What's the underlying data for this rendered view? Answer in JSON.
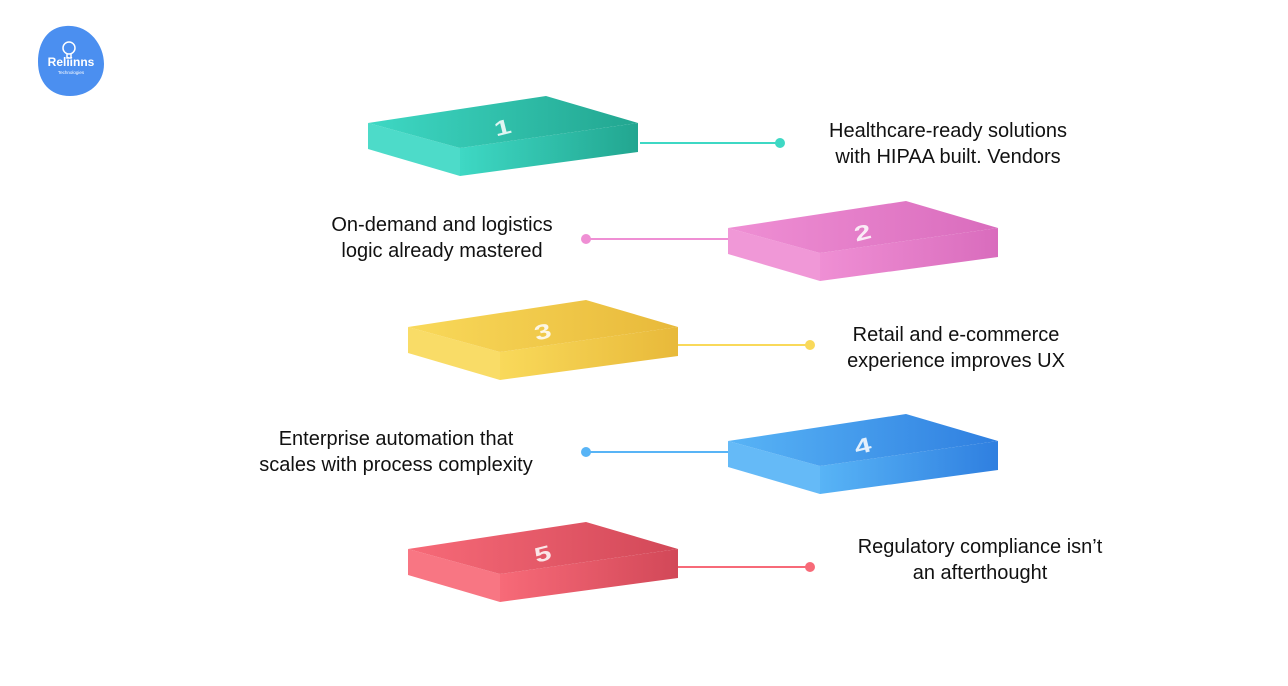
{
  "logo": {
    "brand": "Reliinns",
    "tagline": "Technologies",
    "color": "#4b8ff0"
  },
  "steps": [
    {
      "number": "1",
      "line1": "Healthcare-ready solutions",
      "line2": "with HIPAA built. Vendors",
      "color": "#3ed8c4",
      "dark": "#22a690",
      "side": "right"
    },
    {
      "number": "2",
      "line1": "On-demand and logistics",
      "line2": "logic already mastered",
      "color": "#ef8fd4",
      "dark": "#d96cbd",
      "side": "left"
    },
    {
      "number": "3",
      "line1": "Retail and e-commerce",
      "line2": "experience improves UX",
      "color": "#f9d95a",
      "dark": "#e8b93a",
      "side": "right"
    },
    {
      "number": "4",
      "line1": "Enterprise automation that",
      "line2": "scales with process complexity",
      "color": "#58b4f6",
      "dark": "#2f7fe0",
      "side": "left"
    },
    {
      "number": "5",
      "line1": "Regulatory compliance isn’t",
      "line2": "an afterthought",
      "color": "#f76a78",
      "dark": "#d24858",
      "side": "right"
    }
  ]
}
